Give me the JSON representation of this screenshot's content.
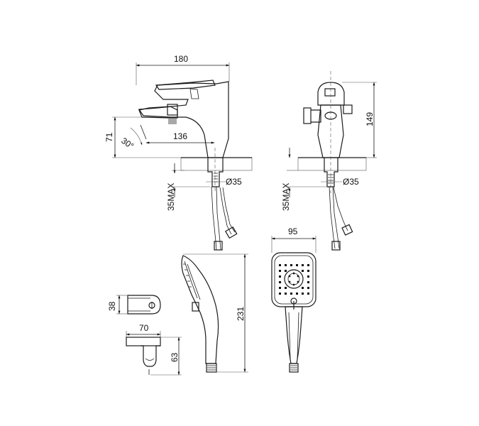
{
  "dimensions": {
    "faucet_width": "180",
    "faucet_height_front": "71",
    "spout_angle": "30°",
    "spout_reach": "136",
    "hole_diameter_left": "Ø35",
    "max_thickness_left": "35MAX",
    "faucet_height_side": "149",
    "hole_diameter_right": "Ø35",
    "max_thickness_right": "35MAX",
    "shower_head_width": "95",
    "hand_shower_length": "231",
    "holder_depth": "38",
    "holder_width": "70",
    "holder_height": "63"
  }
}
